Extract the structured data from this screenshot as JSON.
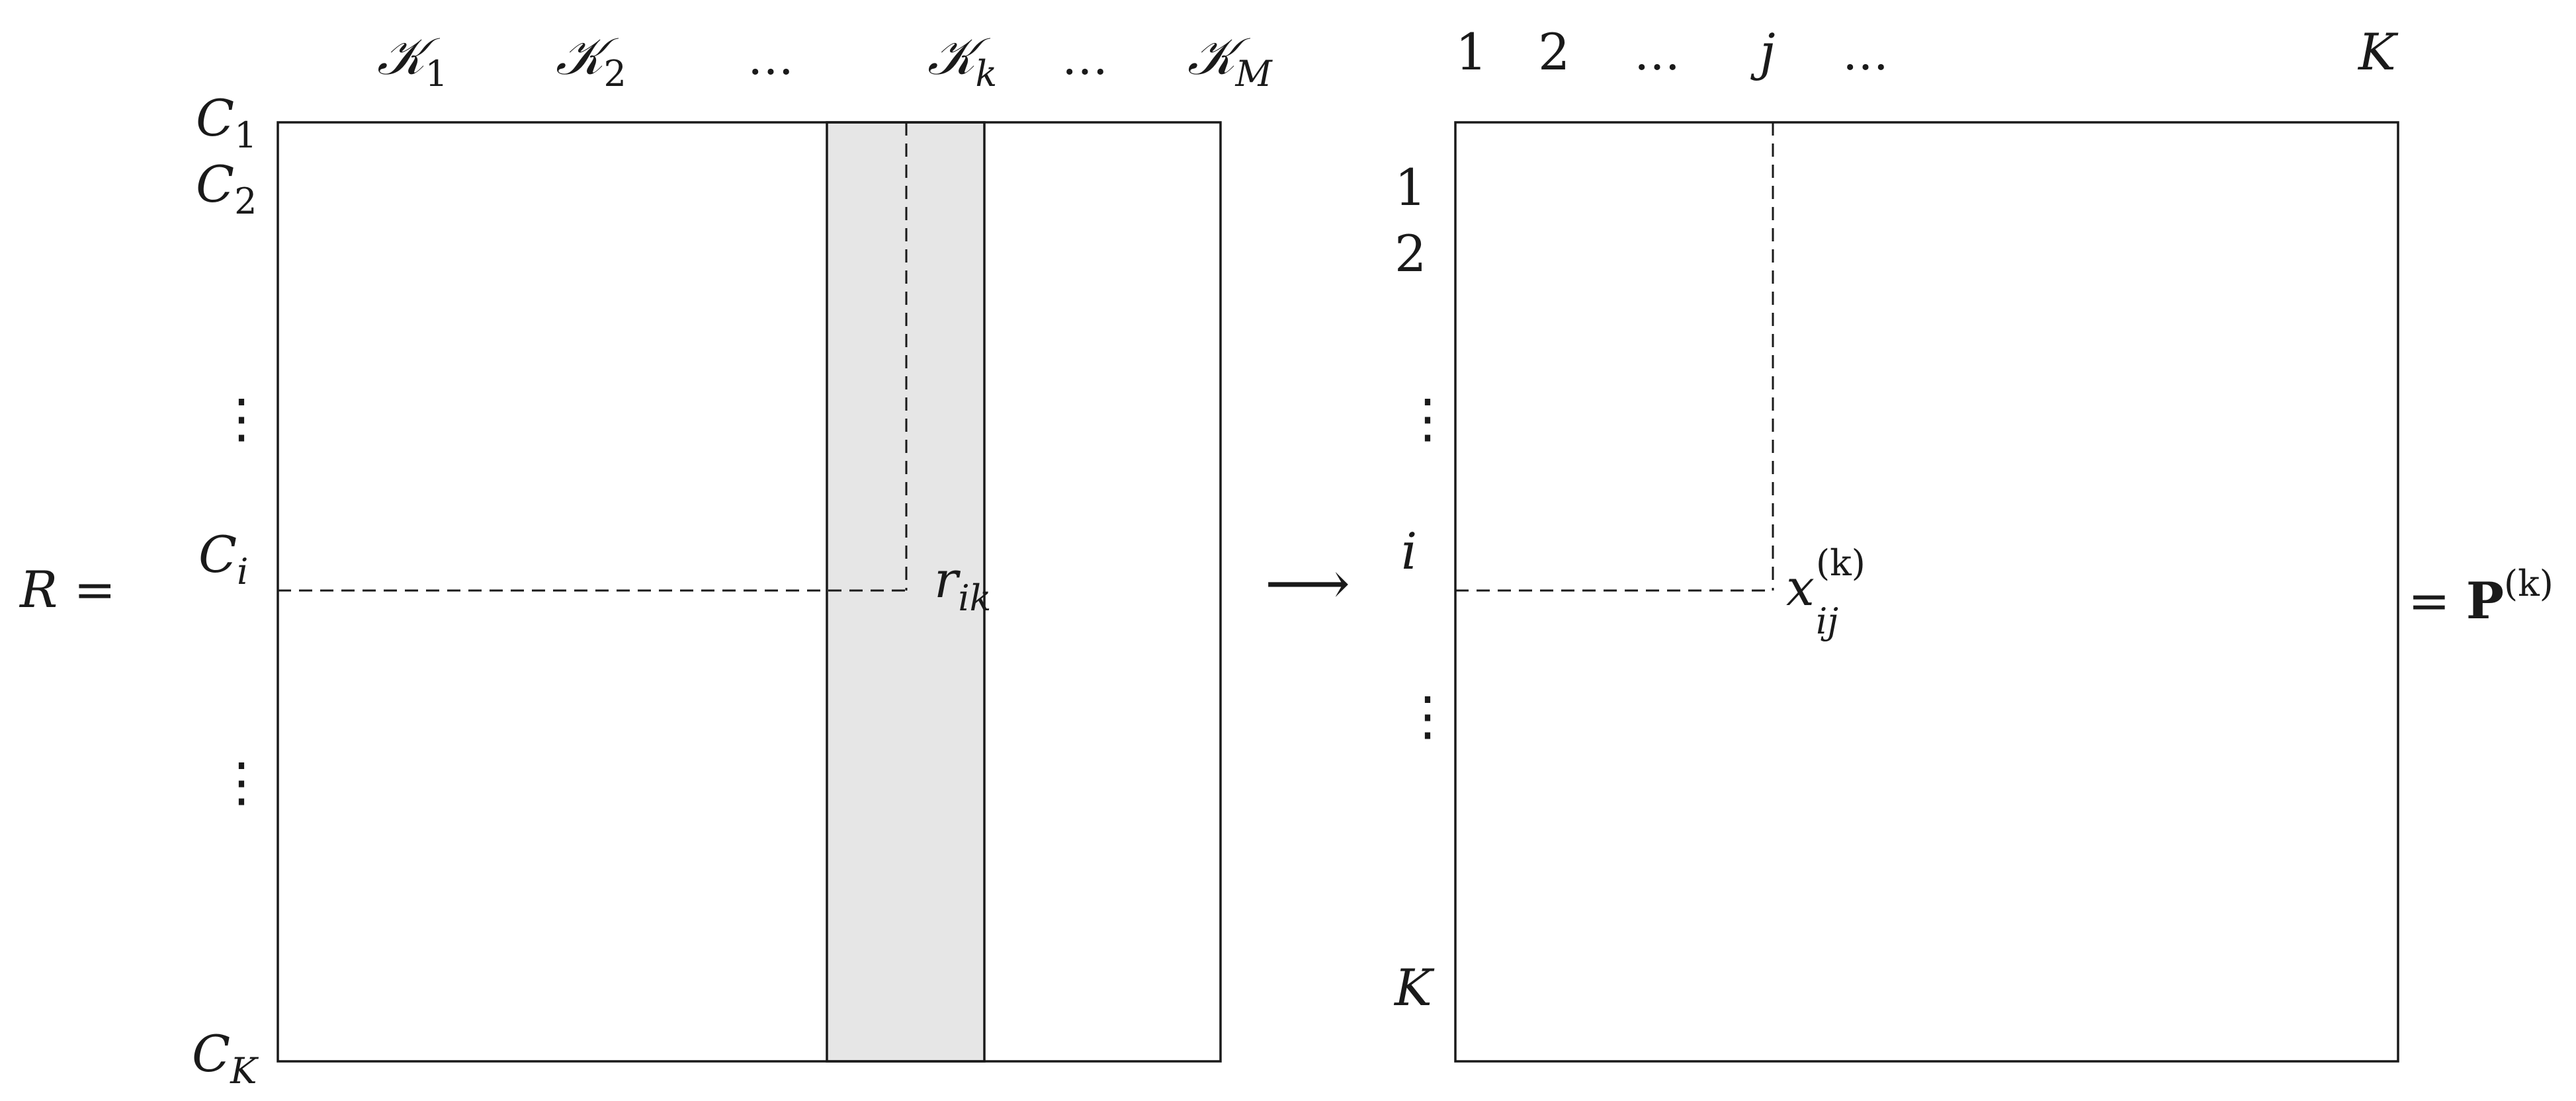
{
  "left_matrix": {
    "lhs_label": "R =",
    "column_headers": [
      {
        "base": "𝒦",
        "sub": "1"
      },
      {
        "base": "𝒦",
        "sub": "2"
      },
      {
        "text": "…"
      },
      {
        "base": "𝒦",
        "sub": "k"
      },
      {
        "text": "…"
      },
      {
        "base": "𝒦",
        "sub": "M"
      }
    ],
    "row_labels": [
      {
        "base": "C",
        "sub": "1"
      },
      {
        "base": "C",
        "sub": "2"
      },
      {
        "text": "⋮"
      },
      {
        "base": "C",
        "sub": "i"
      },
      {
        "text": "⋮"
      },
      {
        "base": "C",
        "sub": "K"
      }
    ],
    "highlighted_column": "𝒦k",
    "highlight_color": "#e6e6e6",
    "entry": {
      "base": "r",
      "sub": "ik"
    }
  },
  "arrow": "⟶",
  "right_matrix": {
    "column_headers": [
      "1",
      "2",
      "…",
      "j",
      "…",
      "K"
    ],
    "row_labels": [
      "1",
      "2",
      "⋮",
      "i",
      "⋮",
      "K"
    ],
    "entry": {
      "base": "x",
      "sub": "ij",
      "sup": "(k)"
    },
    "rhs": {
      "prefix": "= ",
      "base": "P",
      "sup": "(k)"
    }
  }
}
